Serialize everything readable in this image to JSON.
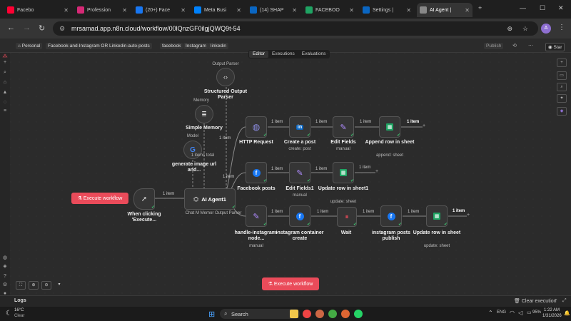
{
  "browser": {
    "tabs": [
      {
        "title": "Facebo",
        "icon": "youtube-icon",
        "color": "#ff0033"
      },
      {
        "title": "Profession",
        "icon": "instagram-icon",
        "color": "#d62976"
      },
      {
        "title": "(20+) Face",
        "icon": "facebook-icon",
        "color": "#1877f2"
      },
      {
        "title": "Meta Busi",
        "icon": "meta-icon",
        "color": "#0081fb"
      },
      {
        "title": "(14) SHAP",
        "icon": "linkedin-icon",
        "color": "#0a66c2"
      },
      {
        "title": "FACEBOO",
        "icon": "sheets-icon",
        "color": "#1fa463"
      },
      {
        "title": "Settings |",
        "icon": "linkedin-icon",
        "color": "#0a66c2"
      },
      {
        "title": "AI Agent |",
        "icon": "globe-icon",
        "color": "#888888"
      }
    ],
    "url": "mrsamad.app.n8n.cloud/workflow/00lQnzGF0ilgjQWQ9t-54",
    "profile_initial": "A"
  },
  "n8n": {
    "breadcrumb": [
      "Personal",
      "Facebook-and-Instagram OR Linkedin-auto-posts"
    ],
    "tags": [
      "facebook",
      "Instagram",
      "linkedin"
    ],
    "publish": "Publish",
    "star": "Star",
    "view_tabs": [
      "Editor",
      "Executions",
      "Evaluations"
    ],
    "execute_button": "Execute workflow",
    "logs_label": "Logs",
    "clear_execution": "Clear execution"
  },
  "nodes": {
    "output_parser_top": "Output Parser",
    "structured_output_parser": "Structured Output Parser",
    "memory_label": "Memory",
    "simple_memory": "Simple Memory",
    "model_label": "Model",
    "generate_image": "generate image url and...",
    "items_total": "1 items total",
    "ai_agent": "AI Agent1",
    "ai_agent_ports": "Chat M Memor Output Parser",
    "trigger": "When clicking 'Execute...",
    "http_request": "HTTP Request",
    "create_post": "Create a post",
    "create_post_sub": "create: post",
    "edit_fields": "Edit Fields",
    "edit_fields_sub": "manual",
    "append_row": "Append row in sheet",
    "append_row_sub": "append: sheet",
    "facebook_posts": "Facebook posts",
    "edit_fields1": "Edit Fields1",
    "edit_fields1_sub": "manual",
    "update_row1": "Update row in sheet1",
    "update_row1_sub": "update: sheet",
    "handle_instagram": "handle-instagram-node...",
    "handle_instagram_sub": "manual",
    "instagram_container": "instagram container create",
    "wait": "Wait",
    "instagram_publish": "instagram posts publish",
    "update_row": "Update row in sheet",
    "update_row_sub": "update: sheet",
    "one_item": "1 item"
  },
  "taskbar": {
    "weather_temp": "16°C",
    "weather_desc": "Clear",
    "search": "Search",
    "time": "1:22 AM",
    "date": "1/31/2026",
    "lang": "ENG",
    "battery": "95%"
  }
}
